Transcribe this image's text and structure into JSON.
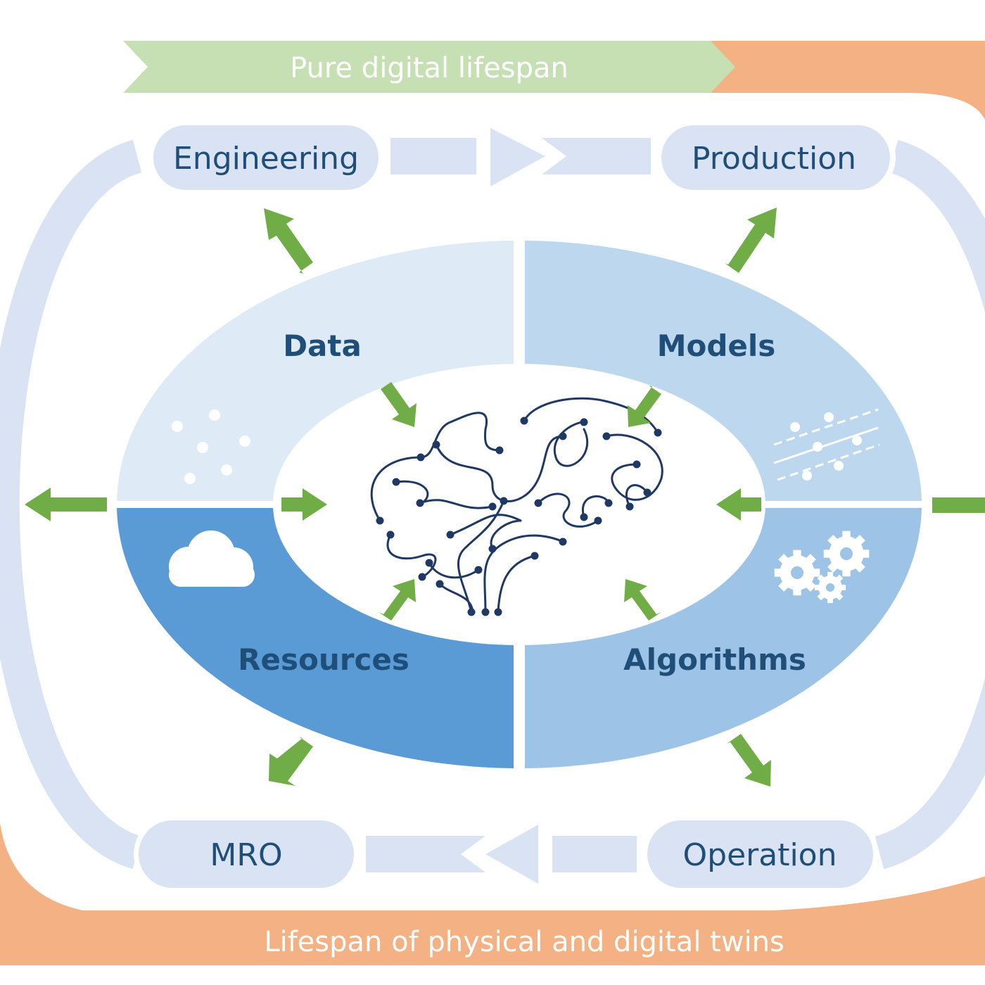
{
  "banners": {
    "top": "Pure digital lifespan",
    "bottom": "Lifespan of physical and digital twins"
  },
  "stages": {
    "engineering": "Engineering",
    "production": "Production",
    "operation": "Operation",
    "mro": "MRO"
  },
  "quadrants": {
    "data": "Data",
    "models": "Models",
    "resources": "Resources",
    "algorithms": "Algorithms"
  },
  "colors": {
    "green_banner": "#c6e0b4",
    "orange": "#f4b183",
    "pale_blue": "#dae3f3",
    "quad_data": "#deebf7",
    "quad_models": "#bdd7ee",
    "quad_resources": "#5b9bd5",
    "quad_algorithms": "#9dc3e6",
    "arrow_green": "#70ad47",
    "text_navy": "#1f4e79",
    "brain_line": "#1f3864"
  },
  "icons": {
    "data": "dots-scatter-icon",
    "models": "regression-lines-icon",
    "resources": "cloud-icon",
    "algorithms": "gears-icon",
    "center": "brain-circuit-icon"
  }
}
